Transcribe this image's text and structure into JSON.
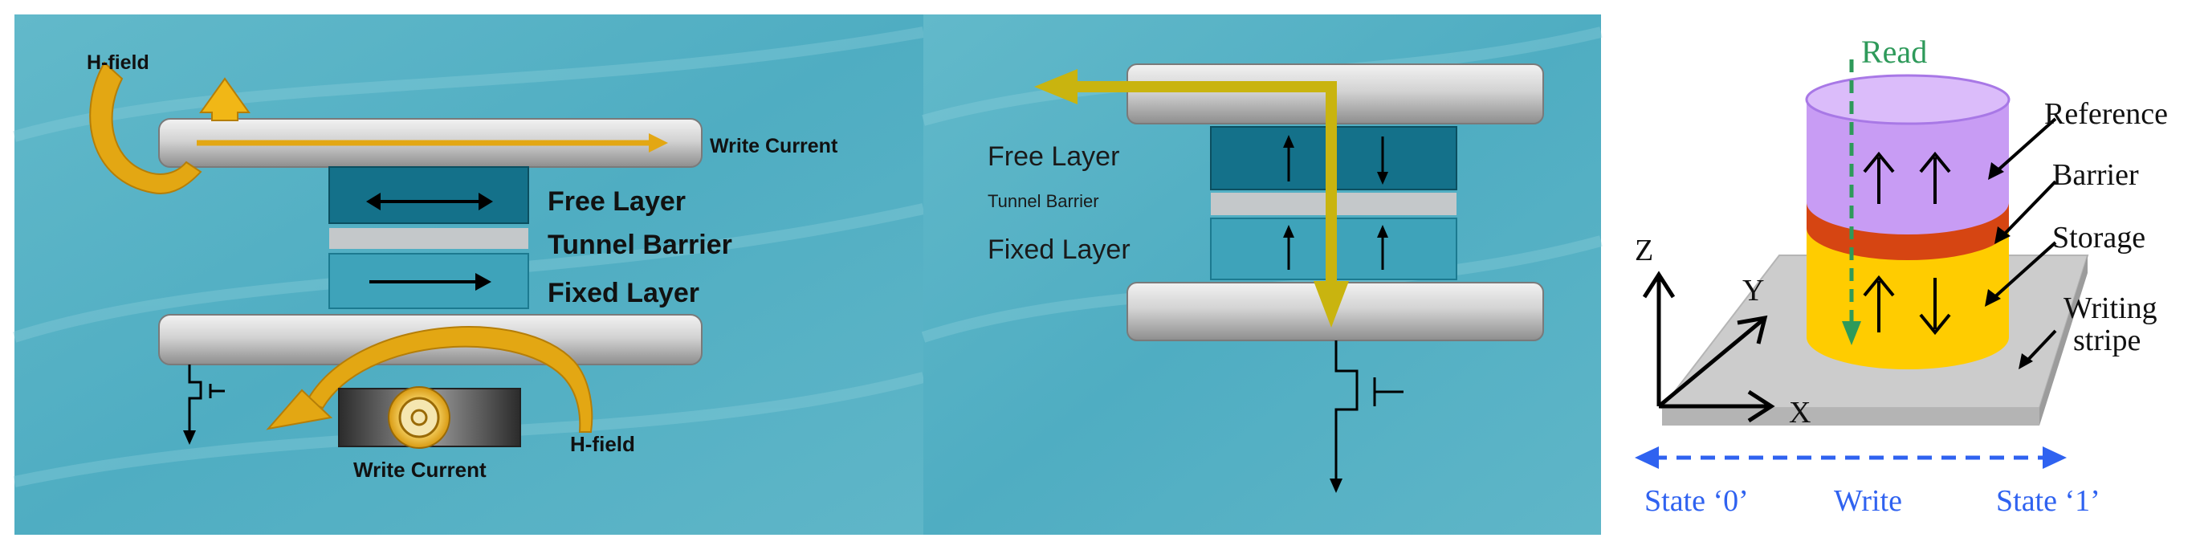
{
  "panel1": {
    "top_h_field": "H-field",
    "write_current_top": "Write Current",
    "free_layer": "Free Layer",
    "tunnel_barrier": "Tunnel Barrier",
    "fixed_layer": "Fixed Layer",
    "write_current_bottom": "Write Current",
    "bottom_h_field": "H-field"
  },
  "panel2": {
    "free_layer": "Free Layer",
    "tunnel_barrier": "Tunnel Barrier",
    "fixed_layer": "Fixed Layer"
  },
  "panel3": {
    "read": "Read",
    "reference": "Reference",
    "barrier": "Barrier",
    "storage": "Storage",
    "writing_stripe_line1": "Writing",
    "writing_stripe_line2": "stripe",
    "axis_z": "Z",
    "axis_y": "Y",
    "axis_x": "X",
    "state0": "State ‘0’",
    "write": "Write",
    "state1": "State ‘1’"
  },
  "colors": {
    "teal_bg": "#5ab4c6",
    "dark_layer": "#14718a",
    "light_layer": "#3ea3ba",
    "barrier_gray": "#c4c8ca",
    "arrow_gold": "#e3a713",
    "arrow_olive": "#c9b40f",
    "reference_purple": "#c89cf4",
    "barrier_red": "#d64512",
    "storage_yellow": "#ffcc00",
    "read_green": "#2e9a5a",
    "state_blue": "#2f62f0"
  }
}
